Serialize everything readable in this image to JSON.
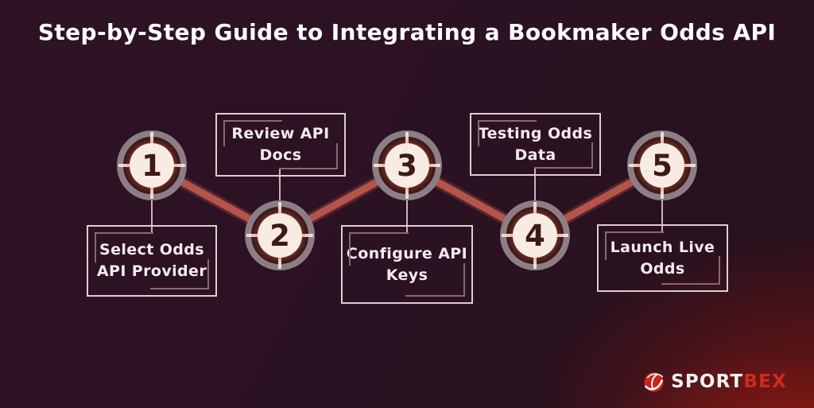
{
  "header": {
    "title": "Step-by-Step Guide to Integrating a Bookmaker Odds API"
  },
  "steps": [
    {
      "number": "1",
      "label_line1": "Select Odds",
      "label_line2": "API Provider",
      "box_position": "below"
    },
    {
      "number": "2",
      "label_line1": "Review API",
      "label_line2": "Docs",
      "box_position": "above"
    },
    {
      "number": "3",
      "label_line1": "Configure API",
      "label_line2": "Keys",
      "box_position": "below"
    },
    {
      "number": "4",
      "label_line1": "Testing Odds",
      "label_line2": "Data",
      "box_position": "above"
    },
    {
      "number": "5",
      "label_line1": "Launch Live",
      "label_line2": "Odds",
      "box_position": "below"
    }
  ],
  "brand": {
    "name_primary": "SPORT",
    "name_secondary": "BEX",
    "icon": "sportbex-ball-icon"
  },
  "colors": {
    "background": "#2b1222",
    "glow": "#8c1a12",
    "connector": "#b5544a",
    "circle_core": "#f8ebe3",
    "circle_ring": "#8b7f89",
    "circle_gap": "#22101a",
    "number": "#3c1b14",
    "tick": "#efe3dc",
    "box_border": "#decdd2",
    "bracket_accent": "#8d666d",
    "stem": "#c9b5bb",
    "text": "#f4ebed",
    "brand_red": "#cf2a1f"
  }
}
